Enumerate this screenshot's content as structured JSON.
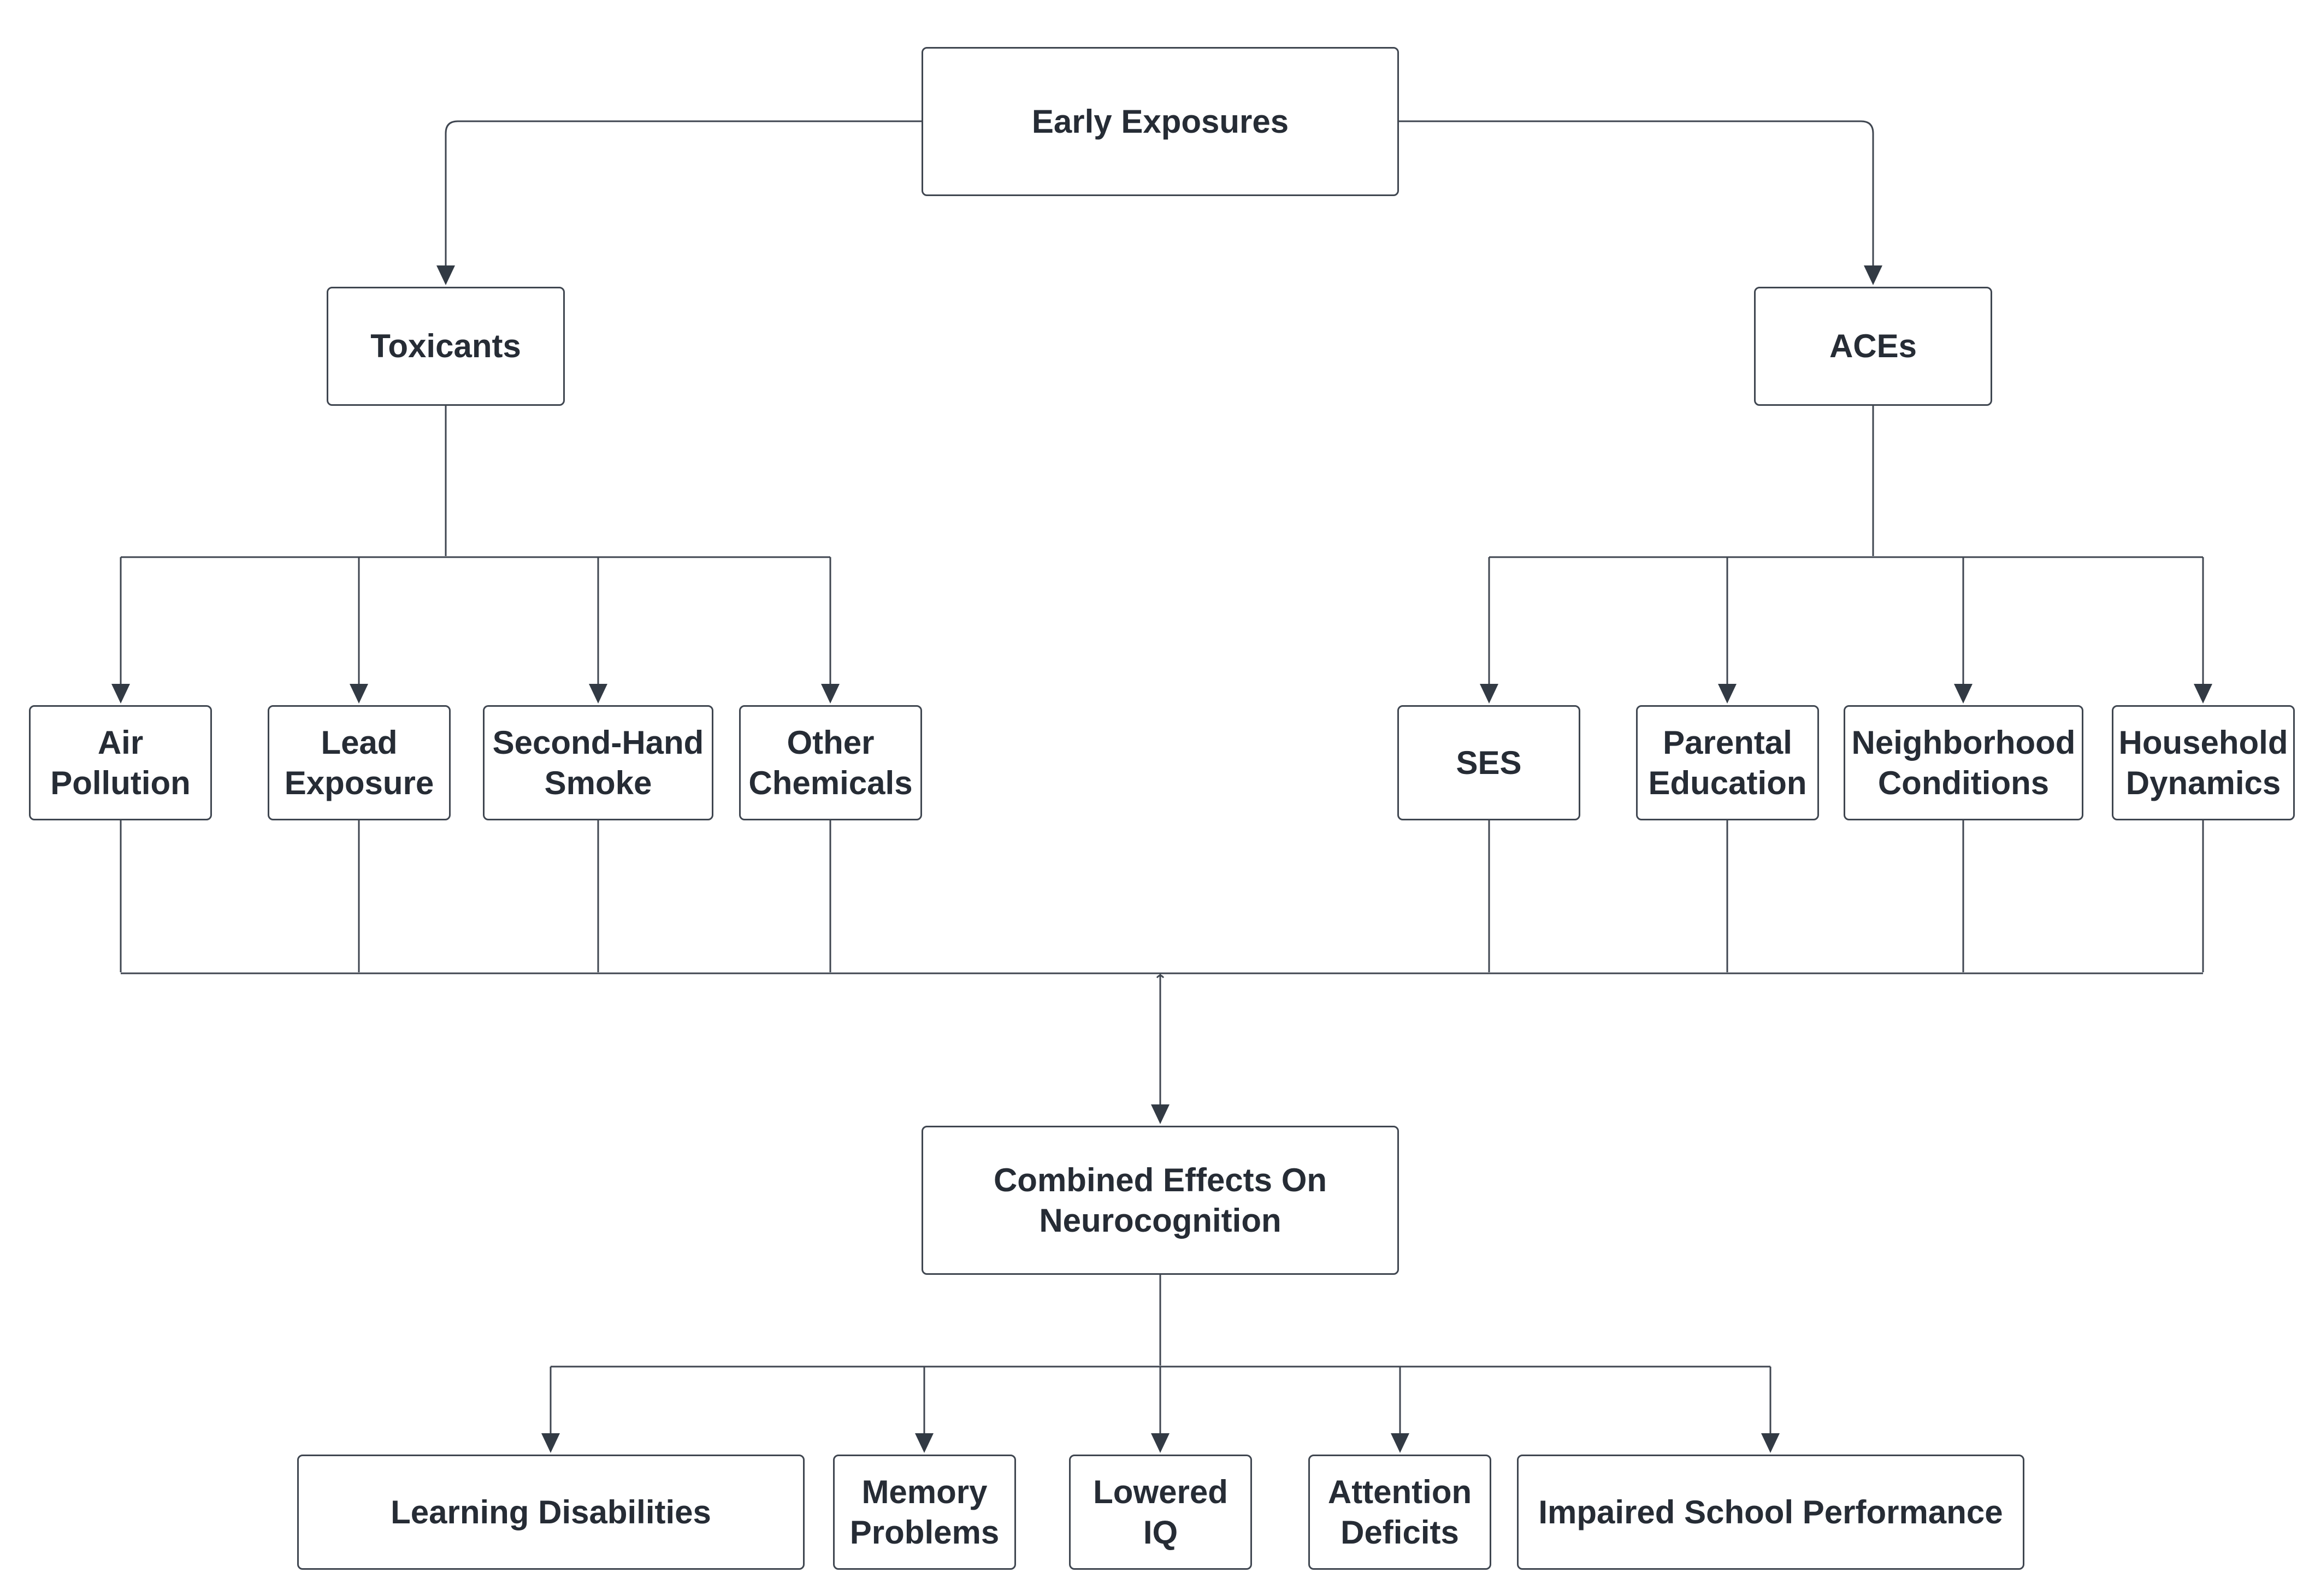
{
  "diagram": {
    "type": "flowchart",
    "root": "Early Exposures",
    "categories": {
      "toxicants": "Toxicants",
      "aces": "ACEs"
    },
    "toxicant_items": [
      "Air\nPollution",
      "Lead\nExposure",
      "Second-Hand\nSmoke",
      "Other\nChemicals"
    ],
    "ace_items": [
      "SES",
      "Parental\nEducation",
      "Neighborhood\nConditions",
      "Household\nDynamics"
    ],
    "combined": "Combined Effects On\nNeurocognition",
    "outcomes": [
      "Learning Disabilities",
      "Memory\nProblems",
      "Lowered\nIQ",
      "Attention\nDeficits",
      "Impaired School Performance"
    ],
    "colors": {
      "line": "#3f4650",
      "text": "#262c35",
      "box_fill": "#ffffff",
      "background": "#ffffff"
    }
  }
}
